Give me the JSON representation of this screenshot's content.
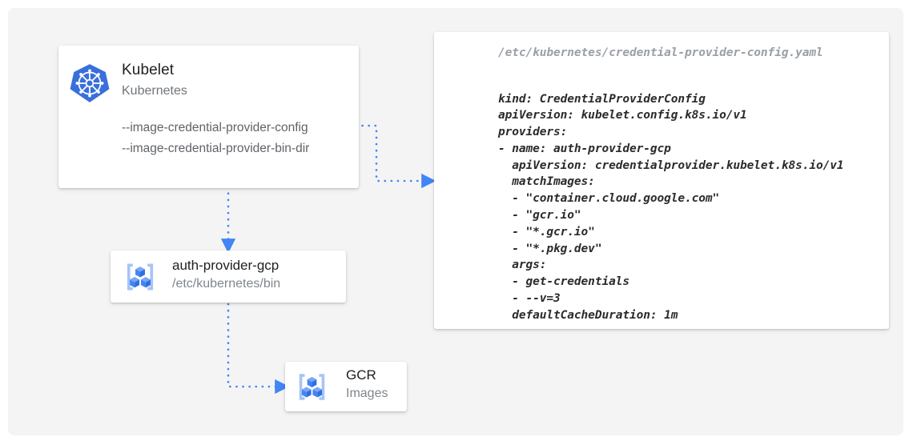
{
  "canvas": {
    "background": "#f4f4f4",
    "page_background": "#ffffff"
  },
  "colors": {
    "connector_blue": "#4285f4",
    "title_text": "#202124",
    "subtitle_text": "#80868b",
    "flag_text": "#5f6368",
    "code_text": "#2b2b2b",
    "code_path_text": "#9aa0a6",
    "k8s_blue": "#3a6fdb",
    "gcp_cube_blue": "#4285f4",
    "gcp_bracket_blue": "#a7c4f7"
  },
  "kubelet_card": {
    "icon": "kubernetes-logo-icon",
    "title": "Kubelet",
    "subtitle": "Kubernetes",
    "flags": [
      "--image-credential-provider-config",
      "--image-credential-provider-bin-dir"
    ]
  },
  "auth_provider_card": {
    "icon": "gcp-container-registry-icon",
    "title": "auth-provider-gcp",
    "subtitle": "/etc/kubernetes/bin"
  },
  "gcr_card": {
    "icon": "gcp-container-registry-icon",
    "title": "GCR",
    "subtitle": "Images"
  },
  "code_card": {
    "path": "/etc/kubernetes/credential-provider-config.yaml",
    "content": "kind: CredentialProviderConfig\napiVersion: kubelet.config.k8s.io/v1\nproviders:\n- name: auth-provider-gcp\n  apiVersion: credentialprovider.kubelet.k8s.io/v1\n  matchImages:\n  - \"container.cloud.google.com\"\n  - \"gcr.io\"\n  - \"*.gcr.io\"\n  - \"*.pkg.dev\"\n  args:\n  - get-credentials\n  - --v=3\n  defaultCacheDuration: 1m"
  },
  "connectors": [
    {
      "name": "kubelet-config-flag-to-code-card",
      "from": "--image-credential-provider-config",
      "to": "credential-provider-config.yaml",
      "style": "dotted",
      "arrowhead": "right"
    },
    {
      "name": "kubelet-bin-dir-to-auth-provider",
      "from": "--image-credential-provider-bin-dir",
      "to": "auth-provider-gcp",
      "style": "dotted",
      "arrowhead": "down"
    },
    {
      "name": "auth-provider-to-gcr",
      "from": "auth-provider-gcp",
      "to": "GCR",
      "style": "dotted",
      "arrowhead": "right"
    }
  ]
}
